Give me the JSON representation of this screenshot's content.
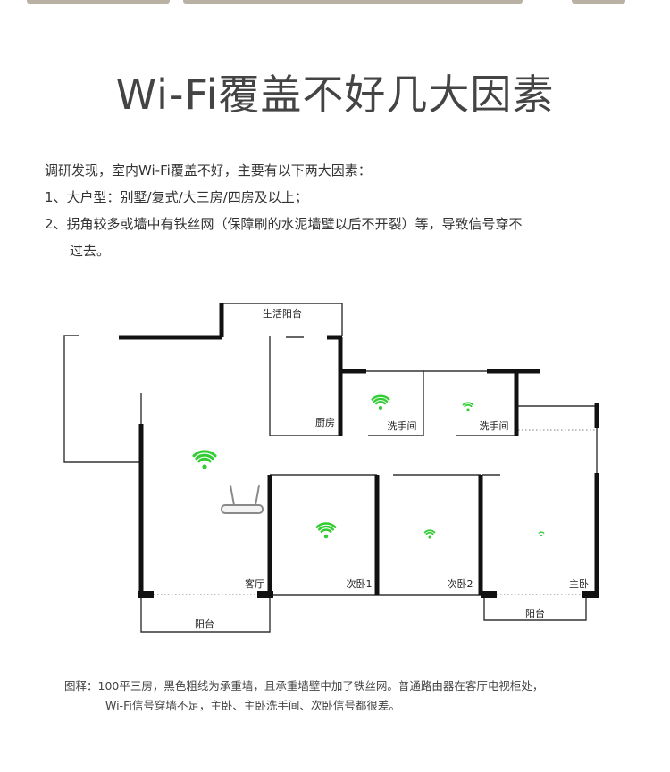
{
  "title": "Wi-Fi覆盖不好几大因素",
  "intro": {
    "line1": "调研发现，室内Wi-Fi覆盖不好，主要有以下两大因素：",
    "line2": "1、大户型：别墅/复式/大三房/四房及以上；",
    "line3": "2、拐角较多或墙中有铁丝网（保障刷的水泥墙壁以后不开裂）等，导致信号穿不",
    "line4": "过去。"
  },
  "plan": {
    "rooms": {
      "living_balcony": "生活阳台",
      "kitchen": "厨房",
      "bathroom1": "洗手间",
      "bathroom2": "洗手间",
      "living_room": "客厅",
      "bedroom1": "次卧1",
      "bedroom2": "次卧2",
      "master": "主卧",
      "balcony_left": "阳台",
      "balcony_right": "阳台"
    },
    "signal_color": "#33cc33",
    "wall_color": "#111111"
  },
  "caption": {
    "line1": "图释：100平三房，黑色粗线为承重墙，且承重墙壁中加了铁丝网。普通路由器在客厅电视柜处，",
    "line2": "Wi-Fi信号穿墙不足，主卧、主卧洗手间、次卧信号都很差。"
  }
}
